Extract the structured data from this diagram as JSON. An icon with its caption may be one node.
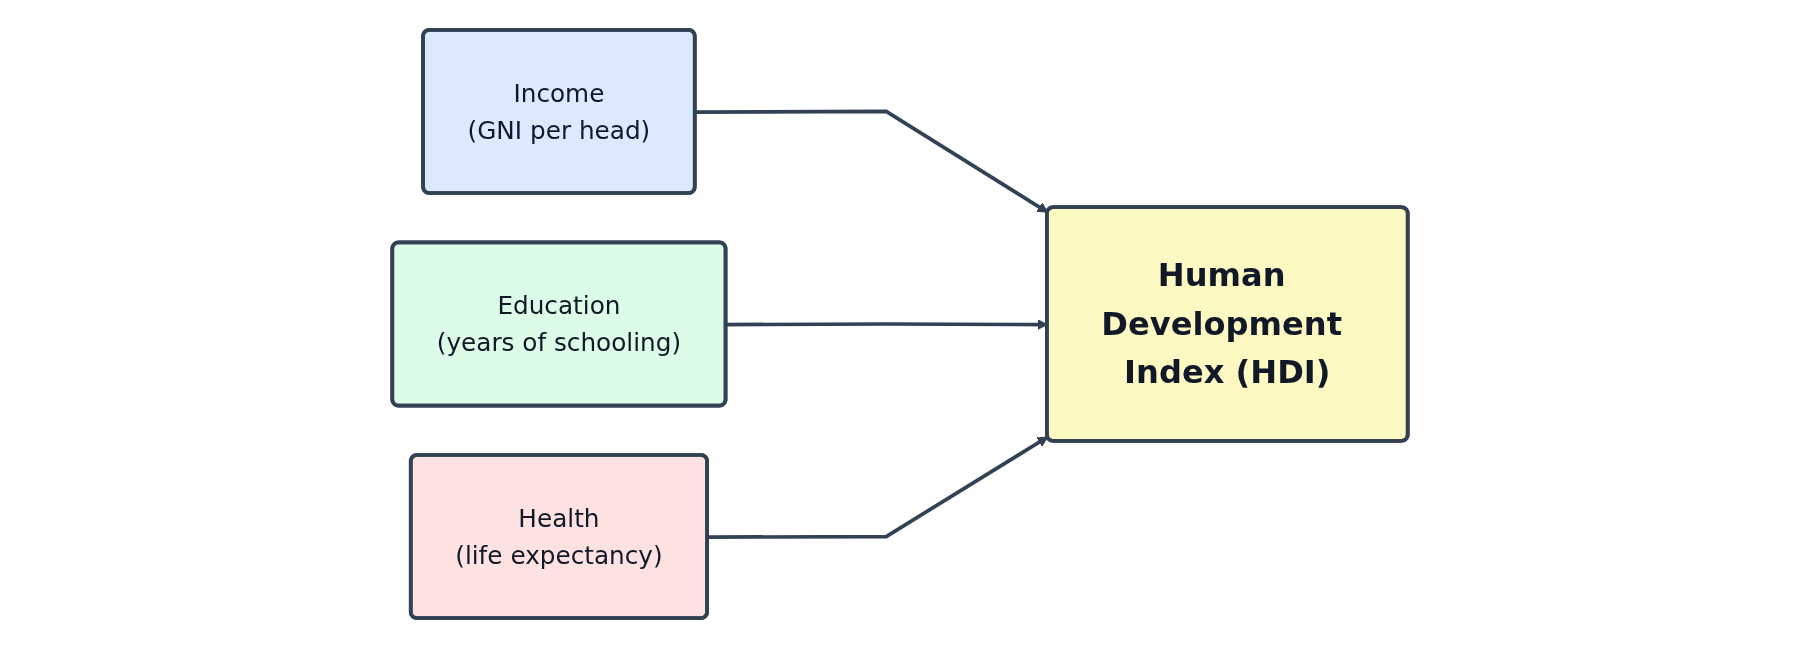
{
  "diagram": {
    "nodes": [
      {
        "text": [
          "Income",
          "(GNI per head)"
        ]
      },
      {
        "text": [
          "Education",
          "(years of schooling)"
        ]
      },
      {
        "text": [
          "Health",
          "(life expectancy)"
        ]
      },
      {
        "text": [
          "Human Development Index (HDI)"
        ]
      }
    ],
    "edges": [
      {
        "from": 0,
        "to": 3,
        "arrow": "to"
      },
      {
        "from": 1,
        "to": 3,
        "arrow": "to"
      },
      {
        "from": 2,
        "to": 3,
        "arrow": "to"
      }
    ]
  }
}
